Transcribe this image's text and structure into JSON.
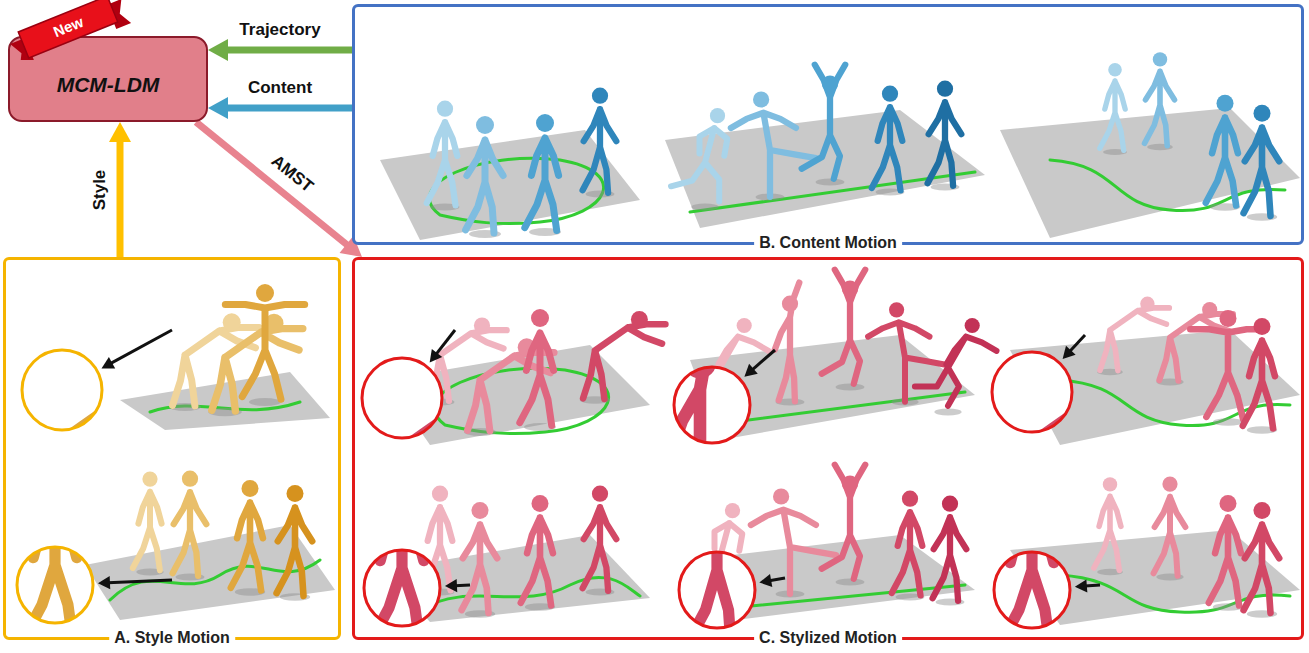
{
  "diagram": {
    "nodes": [
      {
        "text": [
          "MCM-LDM"
        ]
      },
      {
        "text": [
          "B. Content Motion"
        ]
      },
      {
        "text": [
          "A. Style Motion"
        ]
      },
      {
        "text": [
          "C. Stylized Motion"
        ]
      }
    ],
    "edges": [
      {
        "from": 1,
        "to": 0,
        "label": "Trajectory",
        "arrow": "to"
      },
      {
        "from": 1,
        "to": 0,
        "label": "Content",
        "arrow": "to"
      },
      {
        "from": 2,
        "to": 0,
        "label": "Style",
        "arrow": "to"
      },
      {
        "from": 0,
        "to": 3,
        "label": "AMST",
        "arrow": "to"
      }
    ],
    "labels": [
      "New"
    ]
  }
}
